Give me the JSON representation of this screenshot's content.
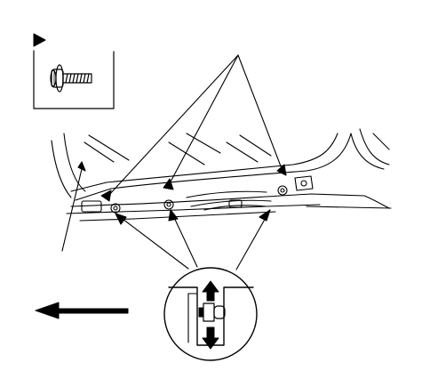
{
  "diagram": {
    "type": "service-manual-line-drawing",
    "pointer_marker": "filled-triangle",
    "fastener_icon": "flange-bolt-icon",
    "callout_count": 3,
    "detail_view": "clip-slot-detail",
    "detail_arrows": [
      "up-arrow-icon",
      "down-arrow-icon"
    ],
    "direction_arrow": "forward-arrow-icon",
    "line_color": "#000000",
    "background_color": "#ffffff"
  }
}
